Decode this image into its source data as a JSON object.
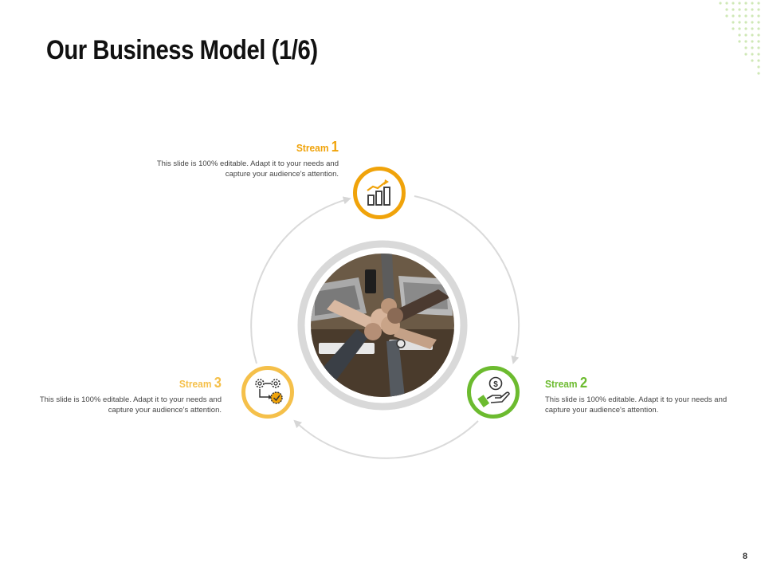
{
  "slide": {
    "title": "Our Business Model (1/6)",
    "page_number": "8"
  },
  "streams": [
    {
      "label": "Stream",
      "number": "1",
      "description": "This slide is 100% editable.  Adapt it to your needs and capture your audience's attention.",
      "color": "#f0a30a",
      "icon": "growth-chart-icon"
    },
    {
      "label": "Stream",
      "number": "2",
      "description": "This slide is 100% editable.  Adapt it to your needs and capture your audience's attention.",
      "color": "#6cbb2f",
      "icon": "money-hand-icon"
    },
    {
      "label": "Stream",
      "number": "3",
      "description": "This slide is 100% editable.  Adapt it to your needs and capture your audience's attention.",
      "color": "#f5c04a",
      "icon": "gears-process-icon"
    }
  ],
  "center_image": "team-fist-bump-photo",
  "decoration": "green-dot-pattern"
}
